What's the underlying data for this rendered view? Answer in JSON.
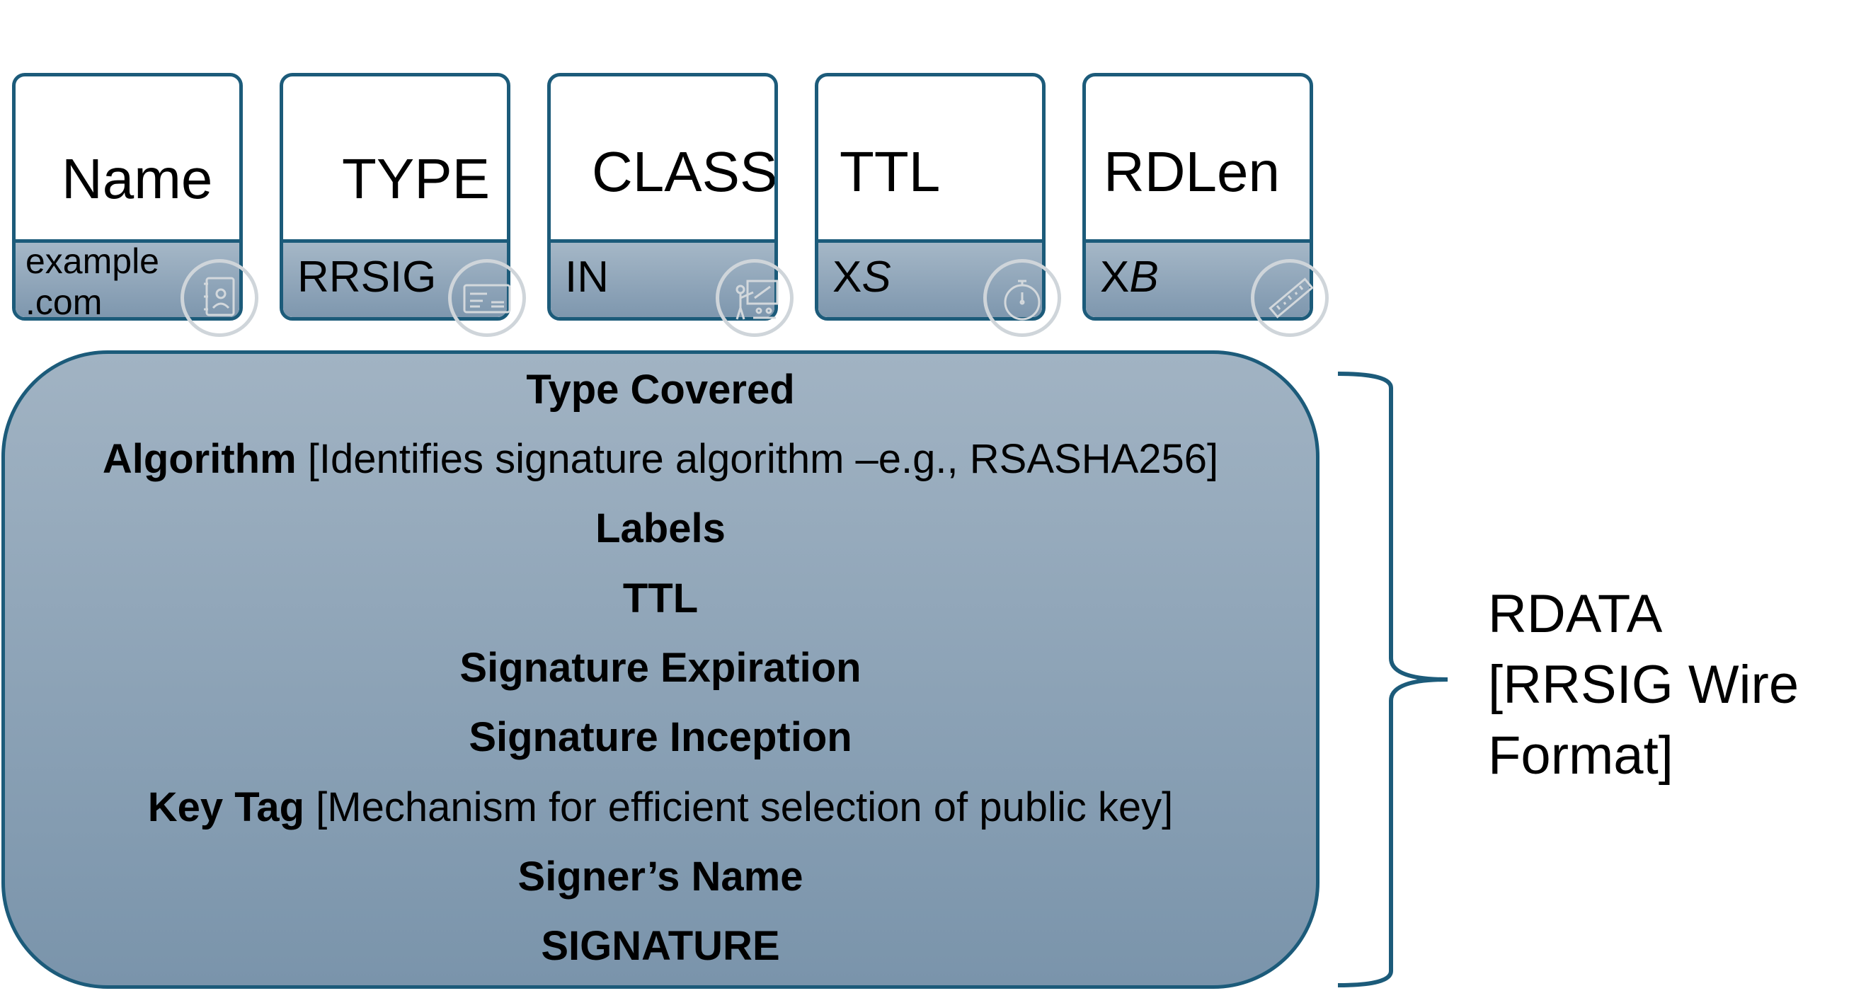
{
  "fields": [
    {
      "title": "Name",
      "value_lines": [
        "example",
        ".com"
      ],
      "icon": "contact-card-icon"
    },
    {
      "title": "TYPE",
      "value": "RRSIG",
      "icon": "id-card-icon"
    },
    {
      "title": "CLASS",
      "value": "IN",
      "icon": "classroom-icon"
    },
    {
      "title": "TTL",
      "value_prefix": "X",
      "value_italic": "S",
      "icon": "stopwatch-icon"
    },
    {
      "title": "RDLen",
      "value_prefix": "X",
      "value_italic": "B",
      "icon": "ruler-icon"
    }
  ],
  "rdata_rows": [
    {
      "bold": "Type Covered",
      "note": ""
    },
    {
      "bold": "Algorithm",
      "note": " [Identifies signature algorithm –e.g., RSASHA256]"
    },
    {
      "bold": "Labels",
      "note": ""
    },
    {
      "bold": "TTL",
      "note": ""
    },
    {
      "bold": "Signature Expiration",
      "note": ""
    },
    {
      "bold": "Signature Inception",
      "note": ""
    },
    {
      "bold": "Key Tag",
      "note": " [Mechanism for efficient selection of public key]"
    },
    {
      "bold": "Signer’s Name",
      "note": ""
    },
    {
      "bold": "SIGNATURE",
      "note": ""
    }
  ],
  "rdata_label_lines": [
    "RDATA",
    "[RRSIG Wire",
    "Format]"
  ],
  "colors": {
    "border": "#1c5b7a",
    "fill_top": "#a1b3c3",
    "fill_bottom": "#7a94ab",
    "badge": "#cfd5da"
  }
}
